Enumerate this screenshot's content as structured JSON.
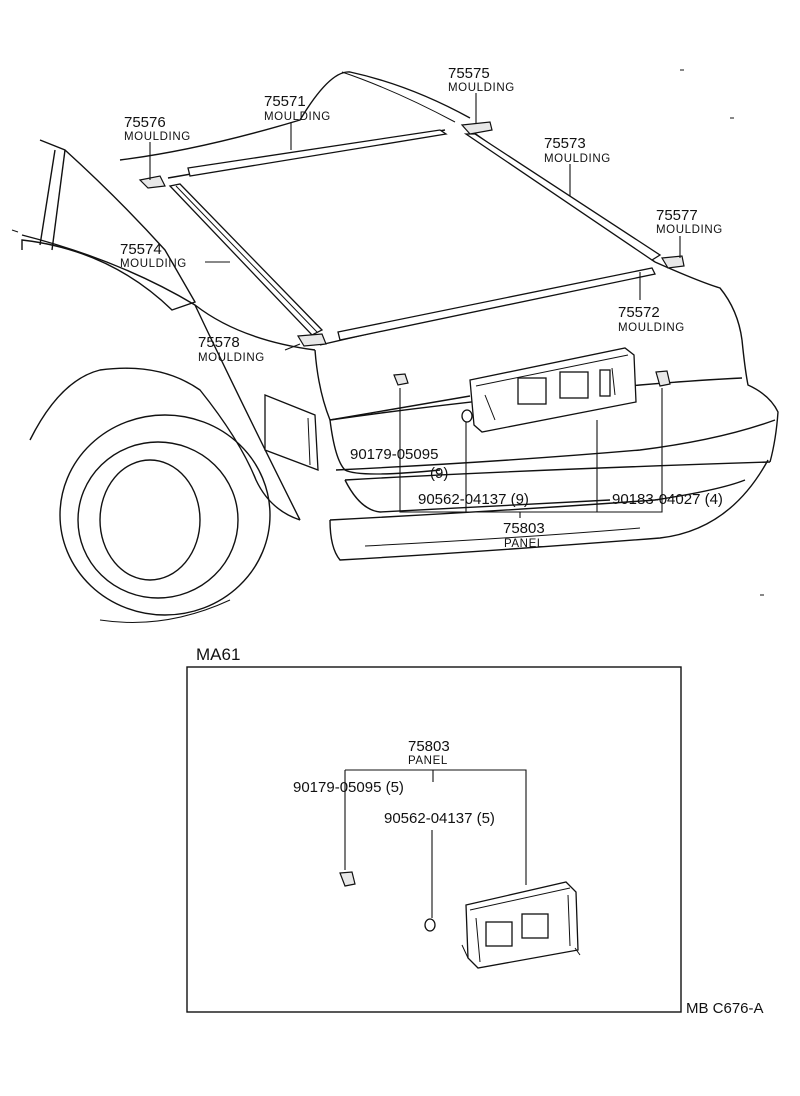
{
  "callouts": {
    "c75571": {
      "number": "75571",
      "name": "MOULDING"
    },
    "c75575": {
      "number": "75575",
      "name": "MOULDING"
    },
    "c75576": {
      "number": "75576",
      "name": "MOULDING"
    },
    "c75573": {
      "number": "75573",
      "name": "MOULDING"
    },
    "c75577": {
      "number": "75577",
      "name": "MOULDING"
    },
    "c75574": {
      "number": "75574",
      "name": "MOULDING"
    },
    "c75572": {
      "number": "75572",
      "name": "MOULDING"
    },
    "c75578": {
      "number": "75578",
      "name": "MOULDING"
    },
    "c75803": {
      "number": "75803",
      "name": "PANEL"
    }
  },
  "fasteners": {
    "f90179": {
      "label": "90179-05095",
      "qty": "(9)"
    },
    "f90562": {
      "label": "90562-04137 (9)"
    },
    "f90183": {
      "label": "90183-04027 (4)"
    }
  },
  "inset": {
    "title": "MA61",
    "panel": {
      "number": "75803",
      "name": "PANEL"
    },
    "f90179": "90179-05095 (5)",
    "f90562": "90562-04137 (5)"
  },
  "footer": {
    "code": "MB  C676-A"
  }
}
